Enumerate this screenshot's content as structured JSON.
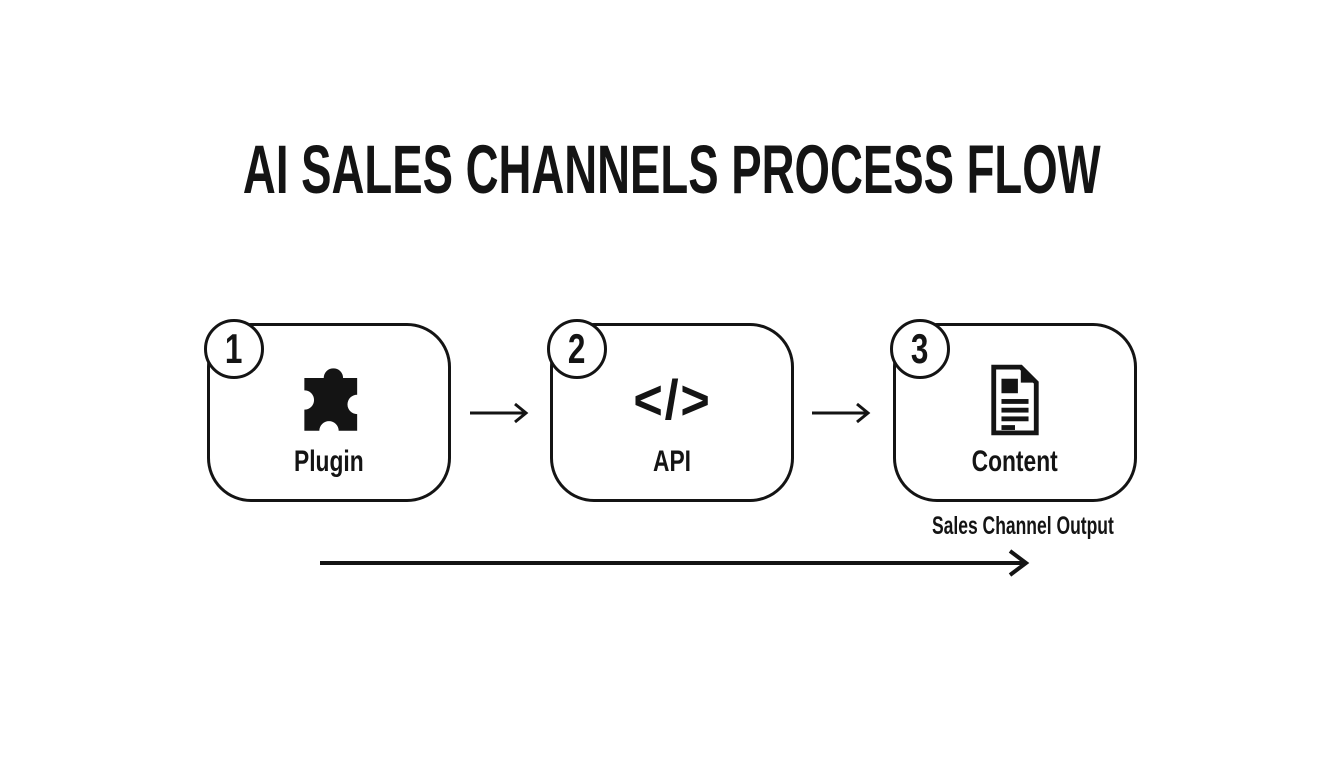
{
  "title": "AI SALES CHANNELS PROCESS FLOW",
  "steps": [
    {
      "number": "1",
      "label": "Plugin",
      "icon": "puzzle-icon"
    },
    {
      "number": "2",
      "label": "API",
      "icon": "code-icon",
      "glyph": "</>"
    },
    {
      "number": "3",
      "label": "Content",
      "icon": "document-icon"
    }
  ],
  "output_label": "Sales Channel Output",
  "colors": {
    "ink": "#141414",
    "background": "#ffffff"
  }
}
